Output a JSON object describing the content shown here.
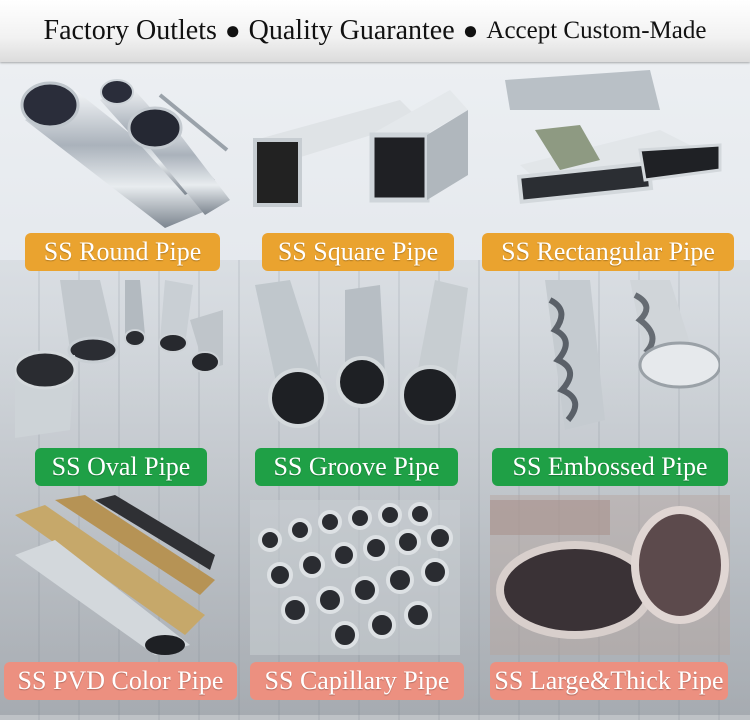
{
  "banner": {
    "part1": "Factory Outlets",
    "sep": "●",
    "part2": "Quality Guarantee",
    "part3": "Accept Custom-Made"
  },
  "products": [
    {
      "label": "SS Round Pipe",
      "color": "#eaa32f"
    },
    {
      "label": "SS Square Pipe",
      "color": "#eaa32f"
    },
    {
      "label": "SS Rectangular Pipe",
      "color": "#eaa32f"
    },
    {
      "label": "SS Oval Pipe",
      "color": "#1fa046"
    },
    {
      "label": "SS Groove Pipe",
      "color": "#1fa046"
    },
    {
      "label": "SS Embossed Pipe",
      "color": "#1fa046"
    },
    {
      "label": "SS PVD Color Pipe",
      "color": "#ec9080"
    },
    {
      "label": "SS Capillary Pipe",
      "color": "#ec9080"
    },
    {
      "label": "SS Large&Thick Pipe",
      "color": "#ec9080"
    }
  ]
}
